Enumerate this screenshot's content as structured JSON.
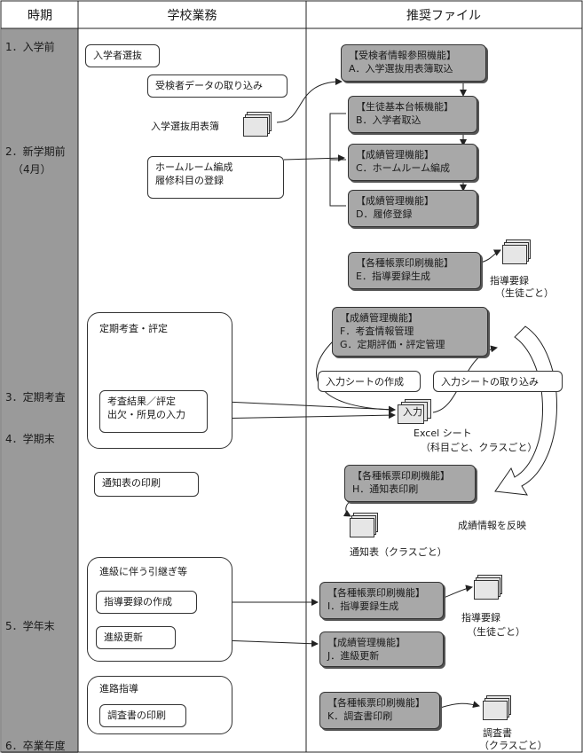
{
  "header": {
    "period": "時期",
    "school": "学校業務",
    "files": "推奨ファイル"
  },
  "periods": [
    "1．入学前",
    "2．新学期前",
    "（4月）",
    "3．定期考査",
    "4．学期末",
    "5．学年末",
    "6．卒業年度"
  ],
  "school_tasks": {
    "entrance_selection": "入学者選抜",
    "applicant_data_import": "受検者データの取り込み",
    "entrance_sheet": "入学選抜用表簿",
    "homeroom_line1": "ホームルーム編成",
    "homeroom_line2": "履修科目の登録",
    "regular_exam_title": "定期考査・評定",
    "exam_input_line1": "考査結果／評定",
    "exam_input_line2": "出欠・所見の入力",
    "report_card_print": "通知表の印刷",
    "promotion_title": "進級に伴う引継ぎ等",
    "guidance_record_create": "指導要録の作成",
    "promotion_update": "進級更新",
    "career_guidance_title": "進路指導",
    "survey_print": "調査書の印刷"
  },
  "functions": {
    "A": [
      "【受検者情報参照機能】",
      "A．入学選抜用表簿取込"
    ],
    "B": [
      "【生徒基本台帳機能】",
      "B．入学者取込"
    ],
    "C": [
      "【成績管理機能】",
      "C．ホームルーム編成"
    ],
    "D": [
      "【成績管理機能】",
      "D．履修登録"
    ],
    "E": [
      "【各種帳票印刷機能】",
      "E．指導要録生成"
    ],
    "FG": [
      "【成績管理機能】",
      "F．考査情報管理",
      "G．定期評価・評定管理"
    ],
    "H": [
      "【各種帳票印刷機能】",
      "H．通知表印刷"
    ],
    "I": [
      "【各種帳票印刷機能】",
      "I．指導要録生成"
    ],
    "J": [
      "【成績管理機能】",
      "J．進級更新"
    ],
    "K": [
      "【各種帳票印刷機能】",
      "K．調査書印刷"
    ]
  },
  "outputs": {
    "guidance_record_1": "指導要録",
    "per_student_1": "（生徒ごと）",
    "input_sheet_create": "入力シートの作成",
    "input_sheet_import": "入力シートの取り込み",
    "input_doc": "入力",
    "excel_sheet": "Excel シート",
    "excel_scope": "（科目ごと、クラスごと）",
    "reflect_grades": "成績情報を反映",
    "report_card": "通知表（クラスごと）",
    "guidance_record_2": "指導要録",
    "per_student_2": "（生徒ごと）",
    "survey": "調査書",
    "per_class": "（クラスごと）"
  },
  "colors": {
    "period_column": "#9a9a9a",
    "function_box": "#a8a8a8",
    "line": "#222222"
  }
}
